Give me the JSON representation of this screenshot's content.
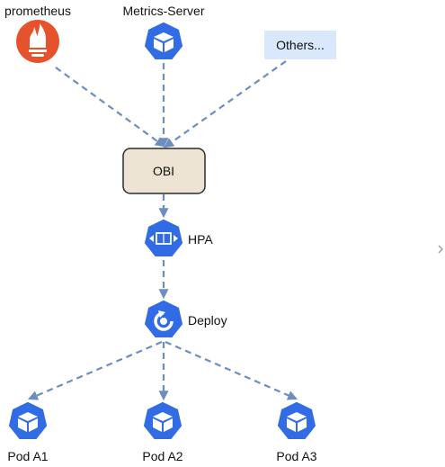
{
  "nodes": {
    "prometheus": {
      "label": "prometheus",
      "icon": "prometheus-flame-icon",
      "color": "#e6522c"
    },
    "metrics_server": {
      "label": "Metrics-Server",
      "icon": "kubernetes-pod-icon",
      "color": "#326ce5"
    },
    "others": {
      "label": "Others...",
      "fill": "#dae8fc"
    },
    "obi": {
      "label": "OBI",
      "fill": "#ede4d4",
      "stroke": "#2b2b2b"
    },
    "hpa": {
      "label": "HPA",
      "icon": "kubernetes-hpa-icon",
      "color": "#326ce5"
    },
    "deploy": {
      "label": "Deploy",
      "icon": "kubernetes-deploy-icon",
      "color": "#326ce5"
    },
    "pod_a1": {
      "label": "Pod A1",
      "icon": "kubernetes-pod-icon",
      "color": "#326ce5"
    },
    "pod_a2": {
      "label": "Pod A2",
      "icon": "kubernetes-pod-icon",
      "color": "#326ce5"
    },
    "pod_a3": {
      "label": "Pod A3",
      "icon": "kubernetes-pod-icon",
      "color": "#326ce5"
    }
  },
  "edges": [
    {
      "from": "prometheus",
      "to": "obi"
    },
    {
      "from": "metrics_server",
      "to": "obi"
    },
    {
      "from": "others",
      "to": "obi"
    },
    {
      "from": "obi",
      "to": "hpa"
    },
    {
      "from": "hpa",
      "to": "deploy"
    },
    {
      "from": "deploy",
      "to": "pod_a1"
    },
    {
      "from": "deploy",
      "to": "pod_a2"
    },
    {
      "from": "deploy",
      "to": "pod_a3"
    }
  ],
  "edge_color": "#6c8ebf",
  "page_nav": {
    "icon": "chevron-right-icon"
  }
}
